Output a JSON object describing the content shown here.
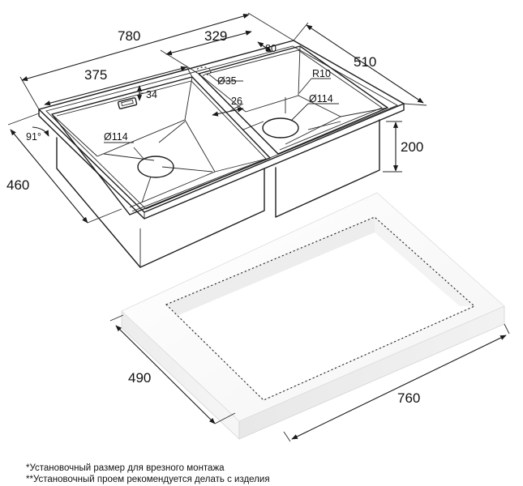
{
  "dimensions": {
    "overall_width": "780",
    "right_bowl_width": "329",
    "right_offset": "80",
    "depth_total": "510",
    "left_bowl_width": "375",
    "overflow_diameter": "Ø35",
    "corner_radius": "R10",
    "edge_offset": "34",
    "gap": "26",
    "drain_left": "Ø114",
    "drain_right": "Ø114",
    "angle": "91°",
    "bowl_depth": "200",
    "front_depth": "460",
    "cutout_depth": "490",
    "cutout_width": "760"
  },
  "notes": [
    "*Установочный размер для врезного монтажа",
    "**Установочный проем рекомендуется делать с изделия"
  ]
}
